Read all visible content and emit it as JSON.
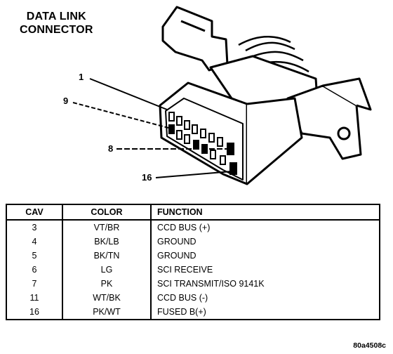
{
  "title_lines": [
    "DATA LINK",
    "CONNECTOR"
  ],
  "pin_labels": {
    "p1": "1",
    "p9": "9",
    "p8": "8",
    "p16": "16"
  },
  "table": {
    "headers": {
      "cav": "CAV",
      "color": "COLOR",
      "function": "FUNCTION"
    },
    "rows": [
      {
        "cav": "3",
        "color": "VT/BR",
        "function": "CCD BUS (+)"
      },
      {
        "cav": "4",
        "color": "BK/LB",
        "function": "GROUND"
      },
      {
        "cav": "5",
        "color": "BK/TN",
        "function": "GROUND"
      },
      {
        "cav": "6",
        "color": "LG",
        "function": "SCI RECEIVE"
      },
      {
        "cav": "7",
        "color": "PK",
        "function": "SCI TRANSMIT/ISO 9141K"
      },
      {
        "cav": "11",
        "color": "WT/BK",
        "function": "CCD BUS (-)"
      },
      {
        "cav": "16",
        "color": "PK/WT",
        "function": "FUSED B(+)"
      }
    ]
  },
  "figure_code": "80a4508c"
}
